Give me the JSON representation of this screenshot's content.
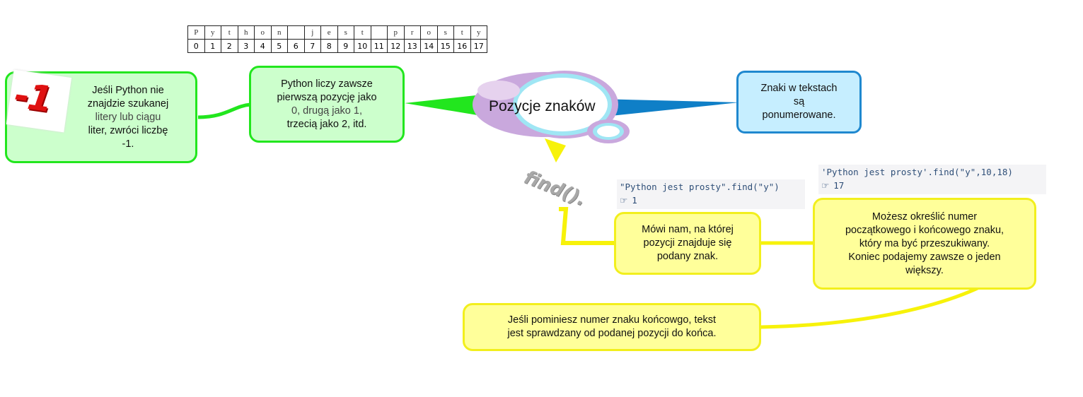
{
  "char_table": {
    "chars": [
      "P",
      "y",
      "t",
      "h",
      "o",
      "n",
      "",
      "j",
      "e",
      "s",
      "t",
      "",
      "p",
      "r",
      "o",
      "s",
      "t",
      "y"
    ],
    "indices": [
      "0",
      "1",
      "2",
      "3",
      "4",
      "5",
      "6",
      "7",
      "8",
      "9",
      "10",
      "11",
      "12",
      "13",
      "14",
      "15",
      "16",
      "17"
    ]
  },
  "central": {
    "title": "Pozycje znaków"
  },
  "node_minus_one": {
    "icon_text": "-1",
    "lines": [
      "Jeśli Python nie",
      "znajdzie szukanej",
      "litery lub ciągu",
      "liter, zwróci liczbę",
      "-1."
    ]
  },
  "node_zero_index": {
    "lines": [
      "Python liczy zawsze",
      "pierwszą pozycję jako",
      "0, drugą jako 1,",
      "trzecią jako 2, itd."
    ]
  },
  "node_numbered": {
    "lines": [
      "Znaki w tekstach",
      "są",
      "ponumerowane."
    ]
  },
  "find_label": "find().",
  "code1": {
    "expr": "\"Python jest prosty\".find(\"y\")",
    "result": "1"
  },
  "code2": {
    "expr": "'Python jest prosty'.find(\"y\",10,18)",
    "result": "17"
  },
  "node_find": {
    "lines": [
      "Mówi nam, na której",
      "pozycji znajduje się",
      "podany znak."
    ]
  },
  "node_range": {
    "lines": [
      "Możesz określić numer",
      "początkowego i końcowego znaku,",
      "który ma być przeszukiwany.",
      "Koniec podajemy zawsze o jeden",
      "większy."
    ]
  },
  "node_no_end": {
    "lines": [
      "Jeśli pominiesz numer znaku końcowgo, tekst",
      "jest sprawdzany od podanej pozycji do końca."
    ]
  },
  "colors": {
    "green": "#22e61e",
    "yellow": "#f2ef1d",
    "blue": "#1f88cf",
    "center_outer": "#c9a8dd",
    "center_inner": "#9fe6f4"
  }
}
